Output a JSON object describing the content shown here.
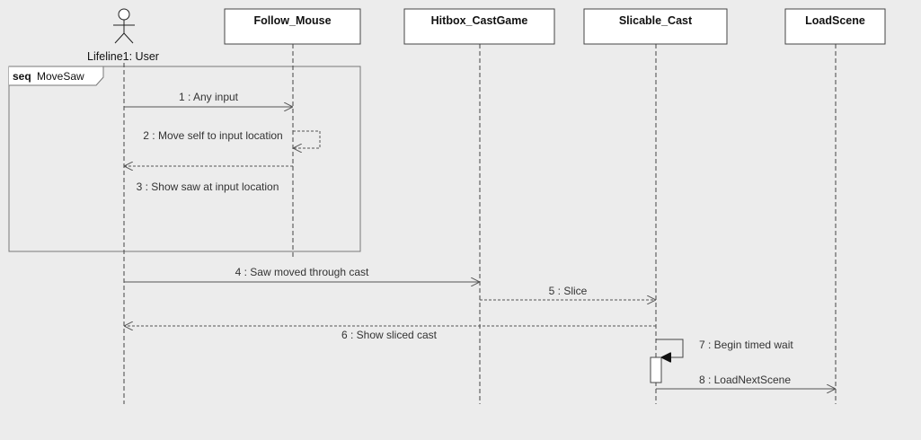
{
  "diagram": {
    "actor": {
      "label": "Lifeline1: User"
    },
    "lifelines": [
      {
        "id": "follow_mouse",
        "label": "Follow_Mouse"
      },
      {
        "id": "hitbox",
        "label": "Hitbox_CastGame"
      },
      {
        "id": "slicable",
        "label": "Slicable_Cast"
      },
      {
        "id": "loadscene",
        "label": "LoadScene"
      }
    ],
    "frame": {
      "keyword": "seq",
      "name": "MoveSaw"
    },
    "messages": [
      {
        "label": "1 : Any input",
        "from": "user",
        "to": "follow_mouse",
        "style": "sync"
      },
      {
        "label": "2 : Move self to input location",
        "from": "follow_mouse",
        "to": "follow_mouse",
        "style": "self-return"
      },
      {
        "label": "3 : Show saw at input location",
        "from": "follow_mouse",
        "to": "user",
        "style": "return"
      },
      {
        "label": "4 : Saw moved through cast",
        "from": "user",
        "to": "hitbox",
        "style": "sync"
      },
      {
        "label": "5 : Slice",
        "from": "hitbox",
        "to": "slicable",
        "style": "return"
      },
      {
        "label": "6 : Show sliced cast",
        "from": "slicable",
        "to": "user",
        "style": "return"
      },
      {
        "label": "7 : Begin timed wait",
        "from": "slicable",
        "to": "slicable",
        "style": "self-sync"
      },
      {
        "label": "8 : LoadNextScene",
        "from": "slicable",
        "to": "loadscene",
        "style": "sync"
      }
    ]
  }
}
